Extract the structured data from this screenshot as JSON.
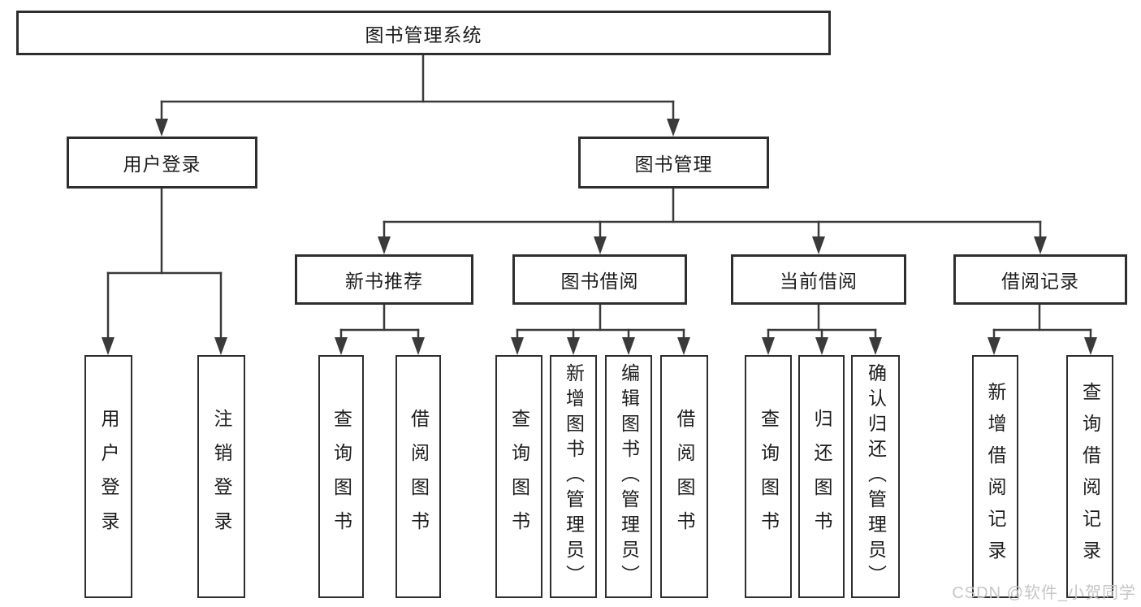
{
  "diagram": {
    "title_node": {
      "label": "图书管理系统"
    },
    "level2": [
      {
        "label": "用户登录"
      },
      {
        "label": "图书管理"
      }
    ],
    "level3": [
      {
        "label": "新书推荐"
      },
      {
        "label": "图书借阅"
      },
      {
        "label": "当前借阅"
      },
      {
        "label": "借阅记录"
      }
    ],
    "level4": {
      "user_login_children": [
        {
          "label": "用户登录"
        },
        {
          "label": "注销登录"
        }
      ],
      "new_book_children": [
        {
          "label": "查询图书"
        },
        {
          "label": "借阅图书"
        }
      ],
      "book_borrow_children": [
        {
          "label": "查询图书"
        },
        {
          "label": "新增图书（管理员）"
        },
        {
          "label": "编辑图书（管理员）"
        },
        {
          "label": "借阅图书"
        }
      ],
      "current_borrow_children": [
        {
          "label": "查询图书"
        },
        {
          "label": "归还图书"
        },
        {
          "label": "确认归还（管理员）"
        }
      ],
      "borrow_record_children": [
        {
          "label": "新增借阅记录"
        },
        {
          "label": "查询借阅记录"
        }
      ]
    },
    "watermark": "CSDN @软件_小贺同学",
    "colors": {
      "line": "#3a3a3a",
      "box_border": "#2e2e2e",
      "text": "#1c1c1c",
      "watermark": "#c6c6c6",
      "background": "#ffffff"
    }
  }
}
